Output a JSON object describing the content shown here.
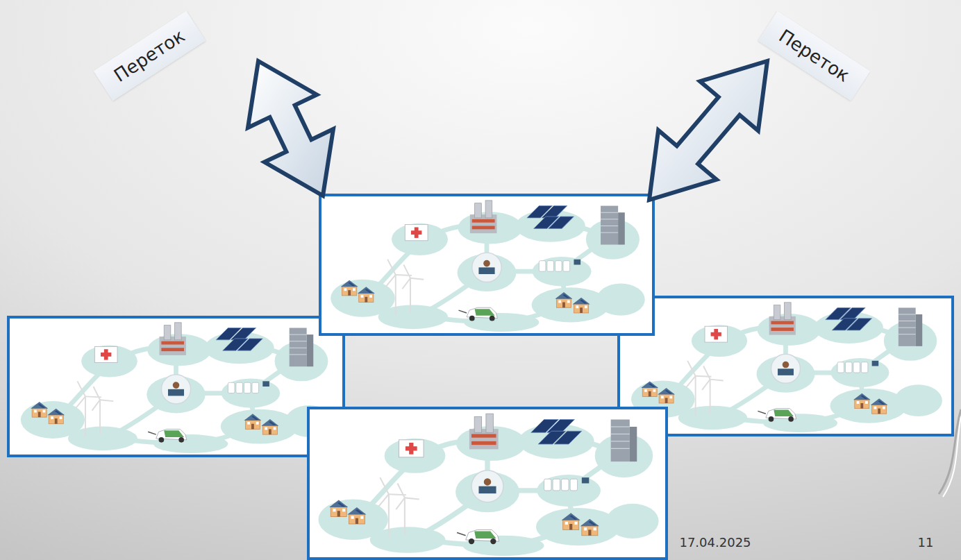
{
  "diagram": {
    "nodes": [
      {
        "text": [
          "Переток"
        ]
      },
      {
        "text": [
          "Переток"
        ]
      }
    ],
    "labels": [
      "17.04.2025",
      "11"
    ]
  }
}
